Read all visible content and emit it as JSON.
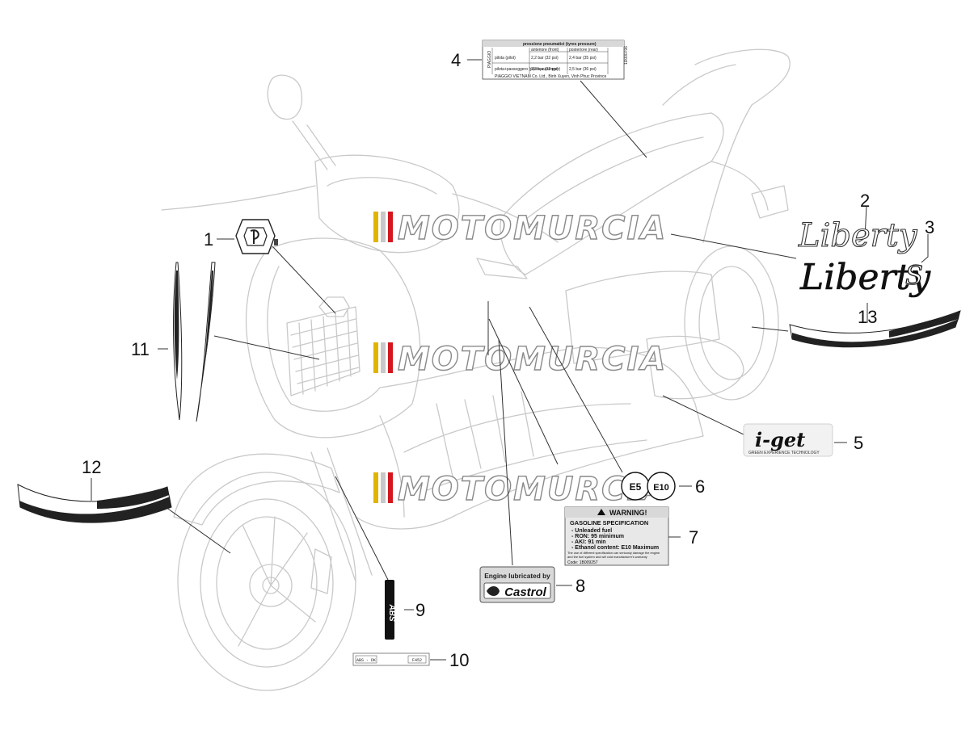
{
  "callouts": [
    {
      "num": "1"
    },
    {
      "num": "2"
    },
    {
      "num": "3"
    },
    {
      "num": "4"
    },
    {
      "num": "5"
    },
    {
      "num": "6"
    },
    {
      "num": "7"
    },
    {
      "num": "8"
    },
    {
      "num": "9"
    },
    {
      "num": "10"
    },
    {
      "num": "11"
    },
    {
      "num": "12"
    },
    {
      "num": "13"
    }
  ],
  "watermark": {
    "text": "MOTOMURCIA",
    "stripe_colors": [
      "#e0b400",
      "#c8c8c8",
      "#d4161e"
    ]
  },
  "tyre_label": {
    "header": "pressione pneumatici (tyres pressure)",
    "col_front": "anteriore (front)",
    "col_rear": "posteriore (rear)",
    "row1_who": "pilota (pilot)",
    "row1_front": "2,2 bar (32 psi)",
    "row1_rear": "2,4 bar (35 psi)",
    "row2_who": "pilota+passeggero (pilot+passenger)",
    "row2_front": "2,2 bar (32 psi)",
    "row2_rear": "2,5 bar (36 psi)",
    "brand": "PIAGGIO",
    "code": "1D000706",
    "footer": "PIAGGIO VIETNAM Co. Ltd., Binh Xuyen, Vinh Phuc Province"
  },
  "liberty": {
    "word": "Liberty",
    "suffix": "S"
  },
  "iget": {
    "logo": "i-get",
    "tagline": "GREEN EXPERIENCE TECHNOLOGY"
  },
  "fuel_badges": {
    "e5": "E5",
    "e10": "E10"
  },
  "warning": {
    "title": "WARNING!",
    "heading": "GASOLINE SPECIFICATION",
    "lines": [
      "- Unleaded fuel",
      "- RON: 95 minimum",
      "- AKI: 91 min",
      "- Ethanol content: E10 Maximum"
    ],
    "body1": "The use of different specification can seriously damage the engine",
    "body2": "and the fuel system and will void manufacturer's warranty",
    "code": "Code: 1B009257"
  },
  "castrol": {
    "top": "Engine lubricated by",
    "brand": "Castrol"
  },
  "abs": {
    "text": "ABS"
  },
  "plate": {
    "left": "ABS - DK",
    "right": "F452"
  },
  "colors": {
    "line": "#c9c9c9",
    "ink": "#111111",
    "warning_bg": "#e8e8e8",
    "castrol_green": "#1f1f1f"
  }
}
